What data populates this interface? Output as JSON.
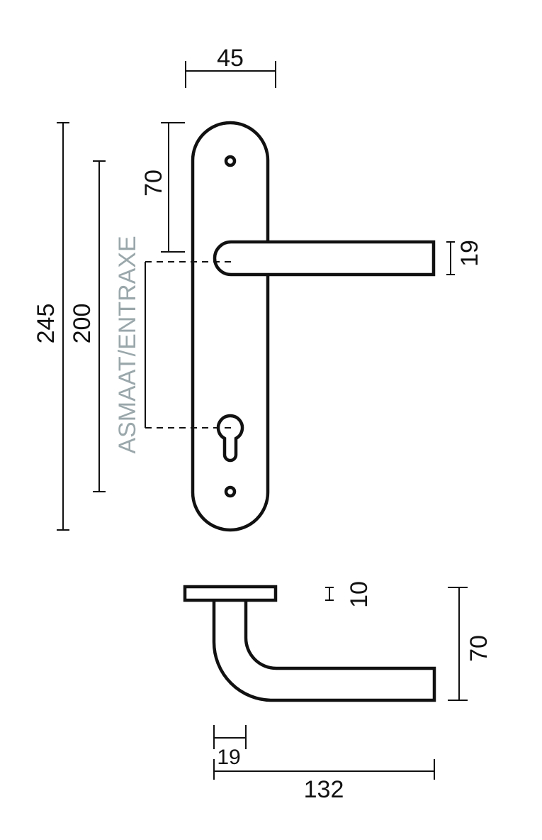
{
  "front_view": {
    "dims": {
      "backplate_width": "45",
      "total_height": "245",
      "screw_distance": "200",
      "top_to_handle": "70",
      "handle_thickness": "19"
    },
    "axis_label": "ASMAAT/ENTRAXE"
  },
  "side_view": {
    "dims": {
      "rose_thickness": "10",
      "projection": "70",
      "bar_diameter": "19",
      "length": "132"
    }
  },
  "colors": {
    "line": "#111111",
    "axis_label": "#9aa7ab"
  }
}
